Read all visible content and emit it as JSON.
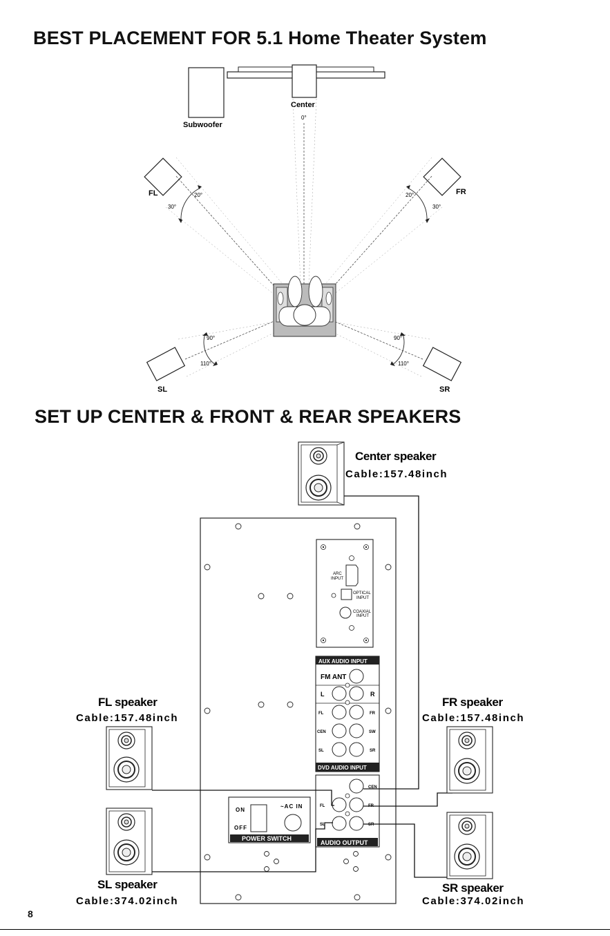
{
  "titles": {
    "placement": "BEST PLACEMENT FOR 5.1 Home Theater System",
    "setup": "SET UP CENTER & FRONT & REAR SPEAKERS"
  },
  "placement": {
    "subwoofer": "Subwoofer",
    "center": "Center",
    "center_angle": "0°",
    "fl": "FL",
    "fr": "FR",
    "sl": "SL",
    "sr": "SR",
    "angle_20": "20°",
    "angle_30": "30°",
    "angle_90": "90°",
    "angle_110": "110°"
  },
  "speakers": {
    "center": {
      "name": "Center speaker",
      "cable": "Cable:157.48inch"
    },
    "fl": {
      "name": "FL speaker",
      "cable": "Cable:157.48inch"
    },
    "fr": {
      "name": "FR speaker",
      "cable": "Cable:157.48inch"
    },
    "sl": {
      "name": "SL speaker",
      "cable": "Cable:374.02inch"
    },
    "sr": {
      "name": "SR speaker",
      "cable": "Cable:374.02inch"
    }
  },
  "panel": {
    "arc_input_1": "ARC",
    "arc_input_2": "INPUT",
    "optical_1": "OPTICAL",
    "optical_2": "INPUT",
    "coaxial_1": "COAXIAL",
    "coaxial_2": "INPUT",
    "aux_audio_input": "AUX AUDIO INPUT",
    "fm_ant": "FM ANT",
    "l": "L",
    "r": "R",
    "fl": "FL",
    "fr": "FR",
    "cen": "CEN",
    "sw": "SW",
    "sl": "SL",
    "sr": "SR",
    "dvd_audio_input": "DVD AUDIO INPUT",
    "audio_output": "AUDIO OUTPUT",
    "out_cen": "CEN",
    "out_fl": "FL",
    "out_fr": "FR",
    "out_sl": "SL",
    "out_sr": "SR",
    "on": "ON",
    "off": "OFF",
    "ac_in": "~AC  IN",
    "power_switch": "POWER SWITCH"
  },
  "page_number": "8"
}
